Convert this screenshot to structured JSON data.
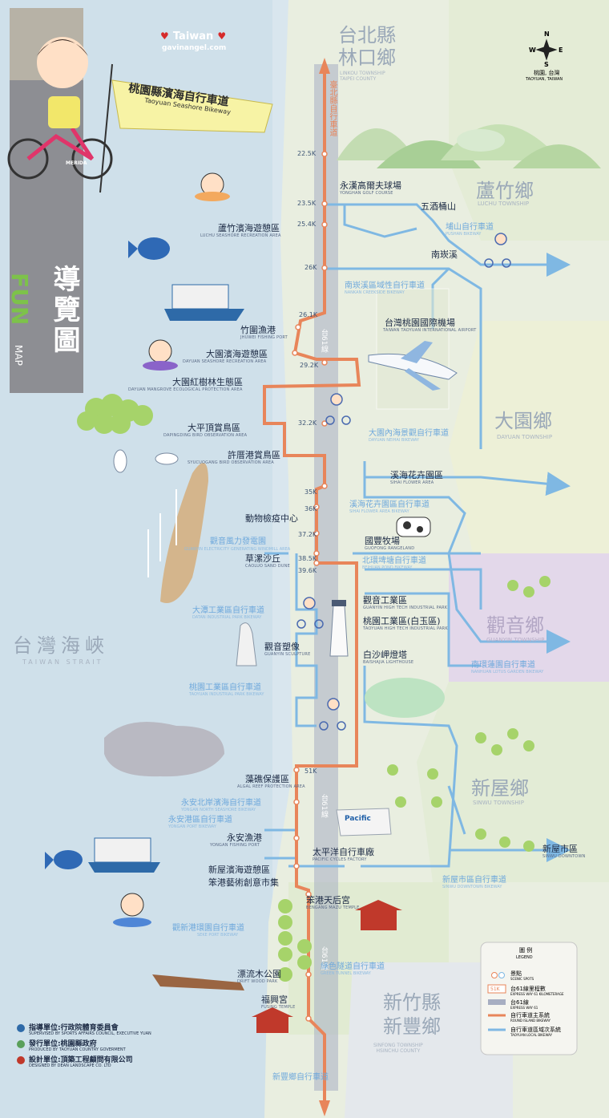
{
  "watermark": {
    "title": "Taiwan",
    "url": "gavinangel.com",
    "heart_color": "#d62b2b"
  },
  "banner": {
    "zh": "桃園縣濱海自行車道",
    "en": "Taoyuan Seashore Bikeway",
    "brand": "MERIDA"
  },
  "side_logo": {
    "fun": "FUN",
    "zh": "導覽圖",
    "en": "MAP"
  },
  "compass": {
    "n": "N",
    "e": "E",
    "s": "S",
    "w": "W",
    "place": "桃園, 台灣",
    "place_en": "TAOYUAN, TAIWAN"
  },
  "regions": [
    {
      "zh": "台北縣\n林口鄉",
      "en": "LINKOU TOWNSHIP\nTAIPEI COUNTY"
    },
    {
      "zh": "蘆竹鄉",
      "en": "LUCHU TOWNSHIP"
    },
    {
      "zh": "大園鄉",
      "en": "DAYUAN TOWNSHIP"
    },
    {
      "zh": "觀音鄉",
      "en": "GUANYIN TOWNSHIP"
    },
    {
      "zh": "新屋鄉",
      "en": "SINWU TOWNSHIP"
    },
    {
      "zh": "新竹縣\n新豐鄉",
      "en": "SINFONG TOWNSHIP\nHSINCHU COUNTY"
    },
    {
      "zh": "台灣海峽",
      "en": "TAIWAN STRAIT"
    }
  ],
  "route_text": {
    "north": "臺北縣自行車道",
    "middle": "台61線",
    "middle2": "台61線",
    "south": "台61線"
  },
  "km": [
    "22.5K",
    "23.5K",
    "25.4K",
    "26K",
    "26.1K",
    "29.2K",
    "32.2K",
    "35K",
    "36K",
    "37.2K",
    "38.5K",
    "39.6K",
    "51K"
  ],
  "places": [
    {
      "zh": "永漢高爾夫球場",
      "en": "YONGHAN GOLF COURSE"
    },
    {
      "zh": "五酒桶山",
      "en": ""
    },
    {
      "zh": "南崁溪",
      "en": ""
    },
    {
      "zh": "台灣桃園國際機場",
      "en": "TAIWAN TAOYUAN INTERNATIONAL AIRPORT"
    },
    {
      "zh": "蘆竹濱海遊憩區",
      "en": "LUCHU SEASHORE RECREATION AREA"
    },
    {
      "zh": "竹圍漁港",
      "en": "JHUWEI FISHING PORT"
    },
    {
      "zh": "大園濱海遊憩區",
      "en": "DAYUAN SEASHORE RECREATION AREA"
    },
    {
      "zh": "大園紅樹林生態區",
      "en": "DAYUAN MANGROVE ECOLOGICAL PROTECTION AREA"
    },
    {
      "zh": "大平頂賞鳥區",
      "en": "DAPINGDING BIRD OBSERVATION AREA"
    },
    {
      "zh": "許厝港賞鳥區",
      "en": "SYUCUOGANG BIRD OBSERVATION AREA"
    },
    {
      "zh": "溪海花卉園區",
      "en": "SIHAI FLOWER AREA"
    },
    {
      "zh": "動物檢疫中心",
      "en": ""
    },
    {
      "zh": "國豐牧場",
      "en": "GUOFONG RANGELAND"
    },
    {
      "zh": "觀音風力發電園",
      "en": "GUANYIN ELECTRICITY GENERATING WINDMILL AREA"
    },
    {
      "zh": "草漯沙丘",
      "en": "CAOLUO SAND DUNE"
    },
    {
      "zh": "觀音工業區",
      "en": "GUANYIN HIGH TECH INDUSTRIAL PARK"
    },
    {
      "zh": "桃園工業區(白玉區)",
      "en": "TAOYUAN HIGH TECH INDUSTRIAL PARK"
    },
    {
      "zh": "觀音塑像",
      "en": "GUANYIN SCULPTURE"
    },
    {
      "zh": "白沙岬燈塔",
      "en": "BAISHAJIA LIGHTHOUSE"
    },
    {
      "zh": "藻礁保護區",
      "en": "ALGAL REEF PROTECTION AREA"
    },
    {
      "zh": "永安漁港",
      "en": "YONGAN FISHING PORT"
    },
    {
      "zh": "太平洋自行車廠",
      "en": "PACIFIC CYCLES FACTORY"
    },
    {
      "zh": "新屋濱海遊憩區",
      "en": ""
    },
    {
      "zh": "笨港藝術創意市集",
      "en": ""
    },
    {
      "zh": "笨港天后宮",
      "en": "BENGANG MAZU TEMPLE"
    },
    {
      "zh": "漂流木公園",
      "en": "DRIFT WOOD PARK"
    },
    {
      "zh": "福興宮",
      "en": "FUSING TEMPLE"
    },
    {
      "zh": "新屋市區",
      "en": "SINWU DOWNTOWN"
    }
  ],
  "bikeways": [
    {
      "zh": "埔山自行車道",
      "en": "PUSHAN BIKEWAY"
    },
    {
      "zh": "南崁溪區域性自行車道",
      "en": "NANKAN CREEKSIDE BIKEWAY"
    },
    {
      "zh": "大園內海景觀自行車道",
      "en": "DAYUAN NEIHAI BIKEWAY"
    },
    {
      "zh": "溪海花卉園區自行車道",
      "en": "SIHAI FLOWER AREA BIKEWAY"
    },
    {
      "zh": "北環埤塘自行車道",
      "en": "BEIHUAN POND BIKEWAY"
    },
    {
      "zh": "大潭工業區自行車道",
      "en": "DATAN INDUSTRIAL PARK BIKEWAY"
    },
    {
      "zh": "南環蓮園自行車道",
      "en": "NANHUAN LOTUS GARDEN BIKEWAY"
    },
    {
      "zh": "桃園工業區自行車道",
      "en": "TAOYUAN INDUSTRIAL PARK BIKEWAY"
    },
    {
      "zh": "永安北岸濱海自行車道",
      "en": "YONGAN NORTH SEASHORE BIKEWAY"
    },
    {
      "zh": "永安港區自行車道",
      "en": "YONGAN PORT BIKEWAY"
    },
    {
      "zh": "新屋市區自行車道",
      "en": "SINWU DOWNTOWN BIKEWAY"
    },
    {
      "zh": "觀新港環園自行車道",
      "en": "SEKE PORT BIKEWAY"
    },
    {
      "zh": "綠色隧道自行車道",
      "en": "GREEN TUNNEL BIKEWAY"
    },
    {
      "zh": "新豐鄉自行車道",
      "en": ""
    }
  ],
  "legend": {
    "title": "圖 例",
    "title_en": "LEGEND",
    "items": [
      {
        "zh": "景點",
        "en": "SCENIC SPOTS"
      },
      {
        "zh": "台61線里程數",
        "en": "EXPRESS WAY 61 KILOMETERAGE"
      },
      {
        "zh": "台61線",
        "en": "EXPRESS WAY 61"
      },
      {
        "zh": "自行車道主系統",
        "en": "ROUND ISLAND BIKEWAY"
      },
      {
        "zh": "自行車道區域次系統",
        "en": "TAOYUAN LOCAL BIKEWAY"
      }
    ],
    "km_sample": "51K"
  },
  "credits": [
    {
      "zh": "指導單位:行政院體育委員會",
      "en": "SUPERVISED BY SPORTS AFFAIRS COUNCIL, EXECUTIVE YUAN"
    },
    {
      "zh": "發行單位:桃園縣政府",
      "en": "PRODUCED BY TAOYUAN COUNTRY GOVERMENT"
    },
    {
      "zh": "設計單位:頂築工程顧問有限公司",
      "en": "DESIGNED BY DEAN LANDSCAPE CO. LTD"
    }
  ],
  "factory_sign": "Pacific",
  "colors": {
    "main_route": "#e8855a",
    "local_bikeway": "#7fb8e3",
    "express_way": "#a7aec2",
    "land": "#eef1d9",
    "sea": "#dbe8ef"
  }
}
